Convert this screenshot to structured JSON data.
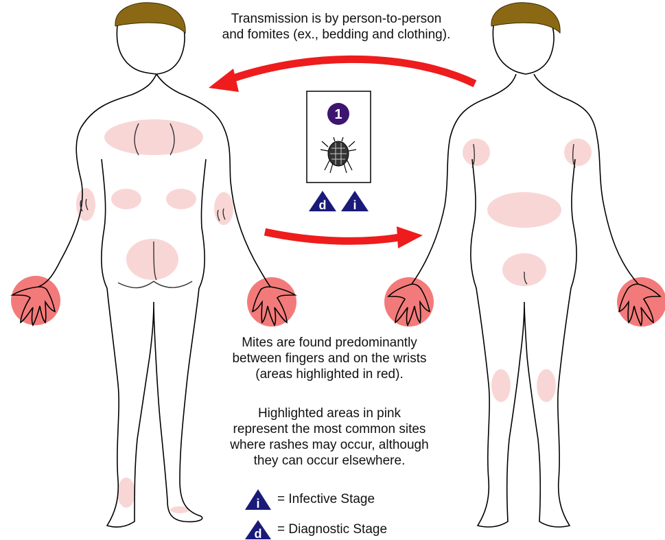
{
  "transmission_text": [
    "Transmission is by person-to-person",
    "and fomites (ex., bedding and clothing)."
  ],
  "mites_text": [
    "Mites are found predominantly",
    "between fingers and on the wrists",
    "(areas highlighted in red)."
  ],
  "rash_text": [
    "Highlighted areas in pink",
    "represent the most common sites",
    "where rashes may occur, although",
    "they can occur elsewhere."
  ],
  "stage_number": "1",
  "badges": {
    "diagnostic_letter": "d",
    "infective_letter": "i"
  },
  "legend": [
    {
      "letter": "i",
      "label": "= Infective Stage"
    },
    {
      "letter": "d",
      "label": "= Diagnostic Stage"
    }
  ],
  "colors": {
    "hair": "#8b6914",
    "red_highlight": "#f26b6b",
    "pink_highlight": "#f9d6d6",
    "arrow": "#ee1c1c",
    "badge_triangle": "#1a1a7a",
    "stage_circle": "#3d1570"
  },
  "icons": {
    "mite": "mite-icon",
    "badge": "triangle-badge-icon"
  }
}
